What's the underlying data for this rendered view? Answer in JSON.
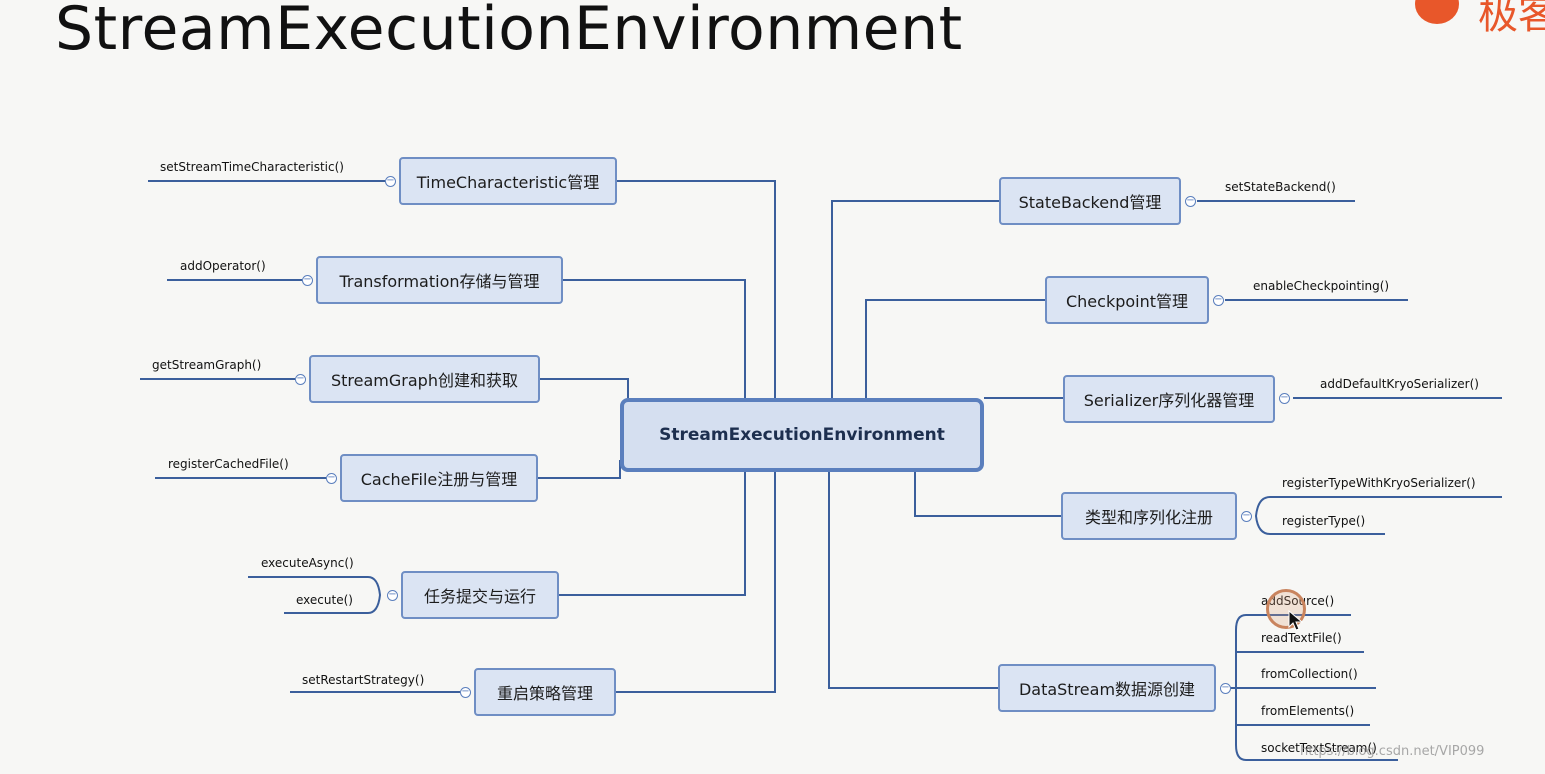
{
  "title": "StreamExecutionEnvironment",
  "logo_text": "极客",
  "center": "StreamExecutionEnvironment",
  "left_nodes": {
    "time": "TimeCharacteristic管理",
    "transformation": "Transformation存储与管理",
    "streamgraph": "StreamGraph创建和获取",
    "cachefile": "CacheFile注册与管理",
    "submit": "任务提交与运行",
    "restart": "重启策略管理"
  },
  "right_nodes": {
    "statebackend": "StateBackend管理",
    "checkpoint": "Checkpoint管理",
    "serializer": "Serializer序列化器管理",
    "types": "类型和序列化注册",
    "datastream": "DataStream数据源创建"
  },
  "leaves": {
    "setStreamTimeCharacteristic": "setStreamTimeCharacteristic()",
    "addOperator": "addOperator()",
    "getStreamGraph": "getStreamGraph()",
    "registerCachedFile": "registerCachedFile()",
    "executeAsync": "executeAsync()",
    "execute": "execute()",
    "setRestartStrategy": "setRestartStrategy()",
    "setStateBackend": "setStateBackend()",
    "enableCheckpointing": "enableCheckpointing()",
    "addDefaultKryoSerializer": "addDefaultKryoSerializer()",
    "registerTypeWithKryoSerializer": "registerTypeWithKryoSerializer()",
    "registerType": "registerType()",
    "addSource": "addSource()",
    "readTextFile": "readTextFile()",
    "fromCollection": "fromCollection()",
    "fromElements": "fromElements()",
    "socketTextStream": "socketTextStream()"
  },
  "watermark": "https://blog.csdn.net/VIP099",
  "colors": {
    "node_fill": "#dbe4f3",
    "node_border": "#6f8ec4",
    "connector": "#3b5f9c",
    "logo": "#e8572a"
  }
}
